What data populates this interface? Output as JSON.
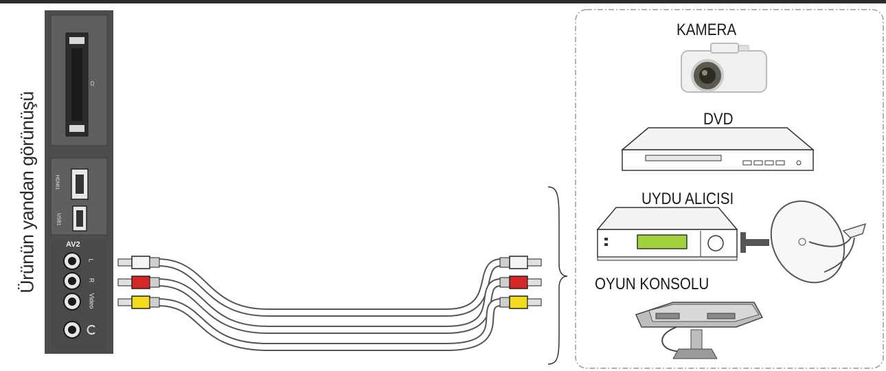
{
  "side_label": "Ürünün yandan görünüşü",
  "tv_panel": {
    "ci_label": "CI",
    "hdmi_label": "HDMI1",
    "usb_label": "USB1",
    "av_label": "AV2",
    "l_label": "L",
    "r_label": "R",
    "video_label": "Video"
  },
  "devices": {
    "camera": "KAMERA",
    "dvd": "DVD",
    "satellite": "UYDU ALICISI",
    "console": "OYUN KONSOLU"
  },
  "colors": {
    "panel": "#4d4d4f",
    "plug_white": "#f4f4f4",
    "plug_red": "#d62626",
    "plug_yellow": "#f2dc1c",
    "dashed_border": "#9a9a9a"
  }
}
